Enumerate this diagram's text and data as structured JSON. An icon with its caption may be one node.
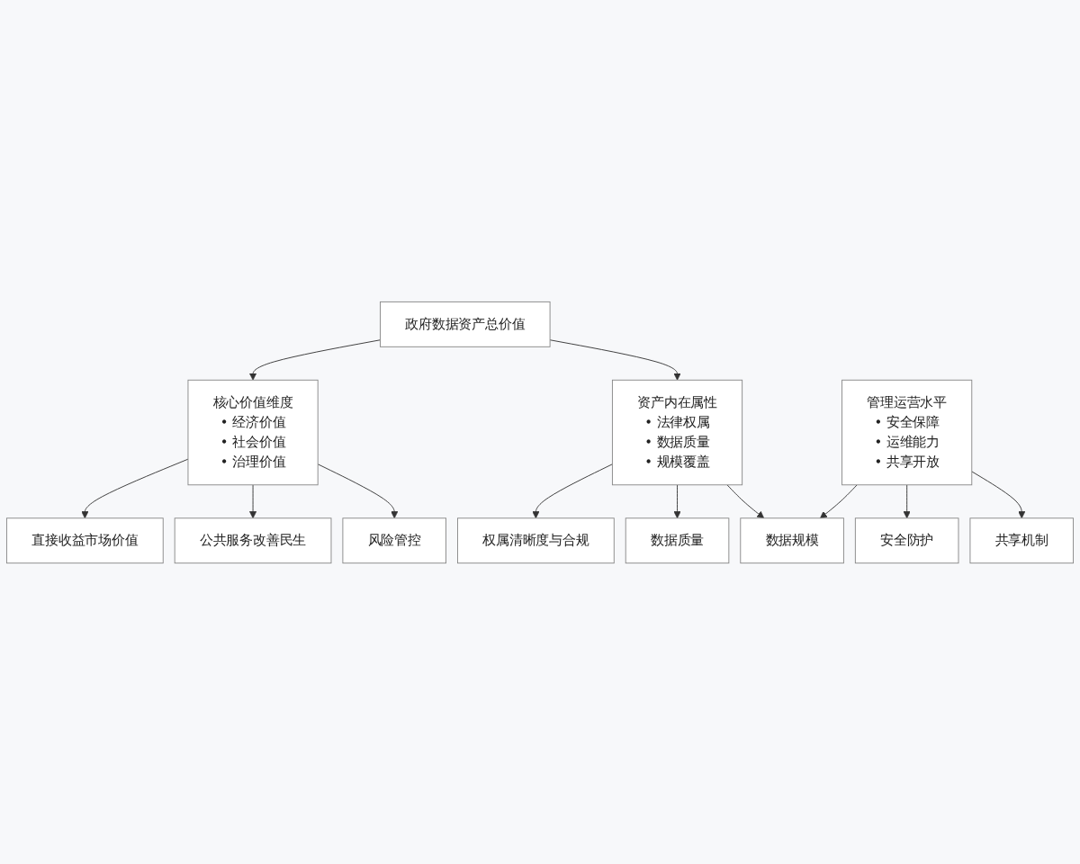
{
  "diagram": {
    "nodes": [
      {
        "text": [
          "政府数据资产总价值"
        ]
      },
      {
        "text": [
          "核心价值维度",
          "• 经济价值",
          "• 社会价值",
          "• 治理价值"
        ]
      },
      {
        "text": [
          "资产内在属性",
          "• 法律权属",
          "• 数据质量",
          "• 规模覆盖"
        ]
      },
      {
        "text": [
          "管理运营水平",
          "• 安全保障",
          "• 运维能力",
          "• 共享开放"
        ]
      },
      {
        "text": [
          "直接收益市场价值"
        ]
      },
      {
        "text": [
          "公共服务改善民生"
        ]
      },
      {
        "text": [
          "风险管控"
        ]
      },
      {
        "text": [
          "权属清晰度与合规"
        ]
      },
      {
        "text": [
          "数据质量"
        ]
      },
      {
        "text": [
          "数据规模"
        ]
      },
      {
        "text": [
          "安全防护"
        ]
      },
      {
        "text": [
          "共享机制"
        ]
      }
    ],
    "edges": [
      {
        "from": 0,
        "to": 1,
        "arrow": "to"
      },
      {
        "from": 0,
        "to": 2,
        "arrow": "to"
      },
      {
        "from": 1,
        "to": 4,
        "arrow": "to"
      },
      {
        "from": 1,
        "to": 5,
        "arrow": "to"
      },
      {
        "from": 1,
        "to": 6,
        "arrow": "to"
      },
      {
        "from": 2,
        "to": 7,
        "arrow": "to"
      },
      {
        "from": 2,
        "to": 8,
        "arrow": "to"
      },
      {
        "from": 2,
        "to": 9,
        "arrow": "to"
      },
      {
        "from": 3,
        "to": 9,
        "arrow": "to"
      },
      {
        "from": 3,
        "to": 10,
        "arrow": "to"
      },
      {
        "from": 3,
        "to": 11,
        "arrow": "to"
      }
    ]
  }
}
